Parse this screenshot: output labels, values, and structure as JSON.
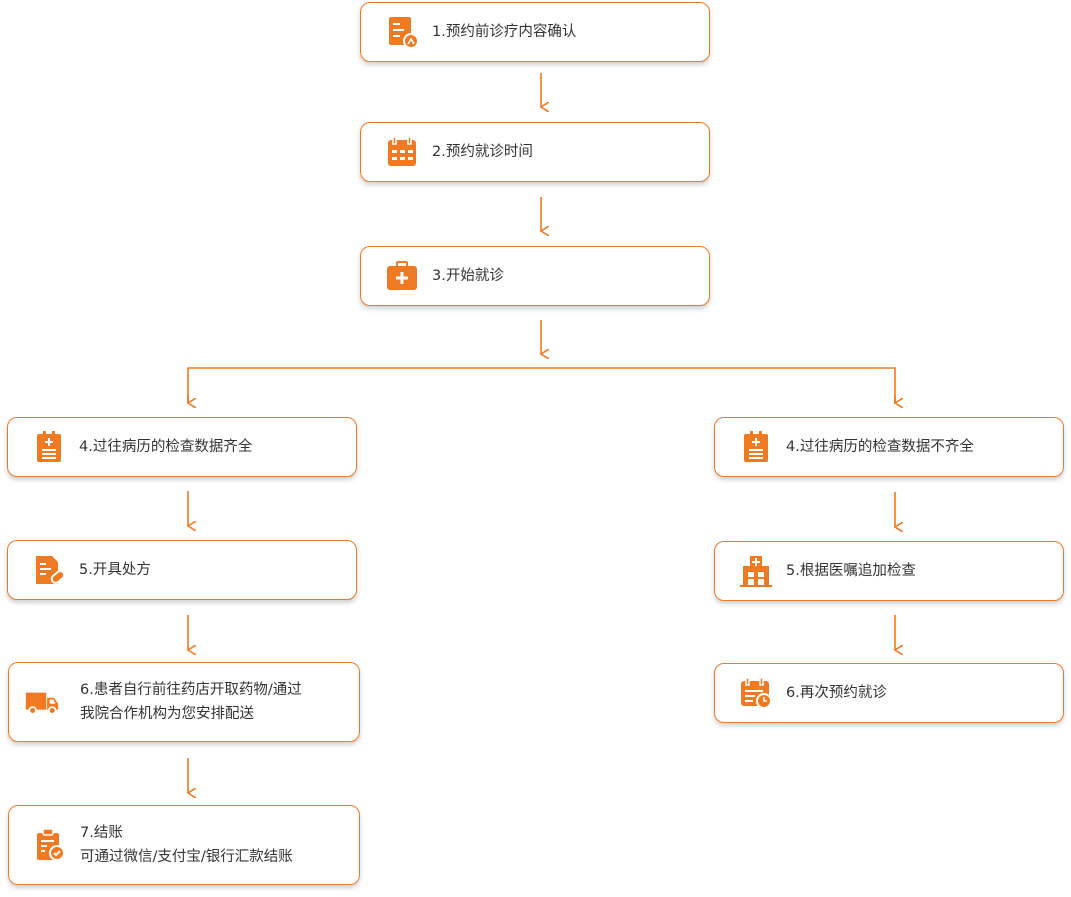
{
  "accent": "#f07a22",
  "steps": {
    "s1": {
      "label": "1.预约前诊疗内容确认",
      "icon": "document-user-icon"
    },
    "s2": {
      "label": "2.预约就诊时间",
      "icon": "calendar-icon"
    },
    "s3": {
      "label": "3.开始就诊",
      "icon": "medical-kit-icon"
    },
    "l4": {
      "label": "4.过往病历的检查数据齐全",
      "icon": "medical-record-icon"
    },
    "l5": {
      "label": "5.开具处方",
      "icon": "prescription-icon"
    },
    "l6": {
      "line1": "6.患者自行前往药店开取药物/通过",
      "line2": "我院合作机构为您安排配送",
      "icon": "truck-icon"
    },
    "l7": {
      "line1": "7.结账",
      "line2": "可通过微信/支付宝/银行汇款结账",
      "icon": "clipboard-check-icon"
    },
    "r4": {
      "label": "4.过往病历的检查数据不齐全",
      "icon": "medical-record-icon"
    },
    "r5": {
      "label": "5.根据医嘱追加检查",
      "icon": "hospital-icon"
    },
    "r6": {
      "label": "6.再次预约就诊",
      "icon": "calendar-clock-icon"
    }
  }
}
